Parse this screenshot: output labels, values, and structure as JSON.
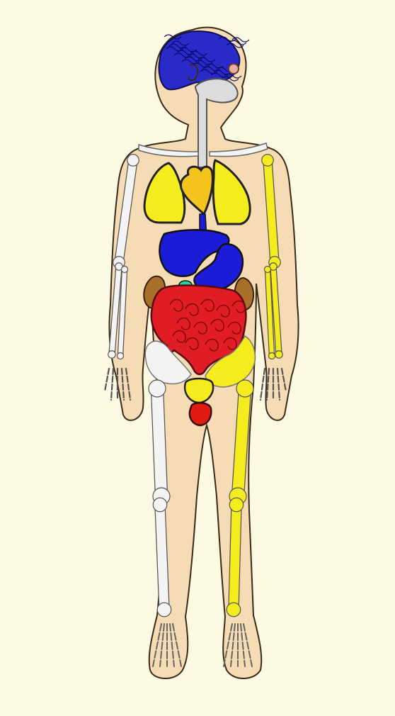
{
  "colors": {
    "background": "#fcfae2",
    "skin": "#f6dcb4",
    "outline": "#3a2a1a",
    "brain": "#2a2ac8",
    "bone_white": "#f4f4f4",
    "bone_yellow": "#f4ec1c",
    "lungs": "#f4ec1c",
    "heart": "#f4c41c",
    "stomach_liver": "#1c1cd8",
    "gallbladder": "#1cd8a0",
    "kidneys": "#a8702a",
    "intestines": "#e01c24",
    "bladder": "#f4ec1c",
    "genitals": "#e01c10",
    "airway": "#dcdcdc"
  },
  "organs": [
    "brain",
    "eye",
    "airway",
    "clavicles",
    "lungs",
    "heart",
    "esophagus",
    "liver",
    "stomach",
    "gallbladder",
    "kidneys",
    "intestines",
    "pelvis",
    "bladder",
    "genitals",
    "arm-bones",
    "leg-bones",
    "hand-bones",
    "foot-bones"
  ]
}
